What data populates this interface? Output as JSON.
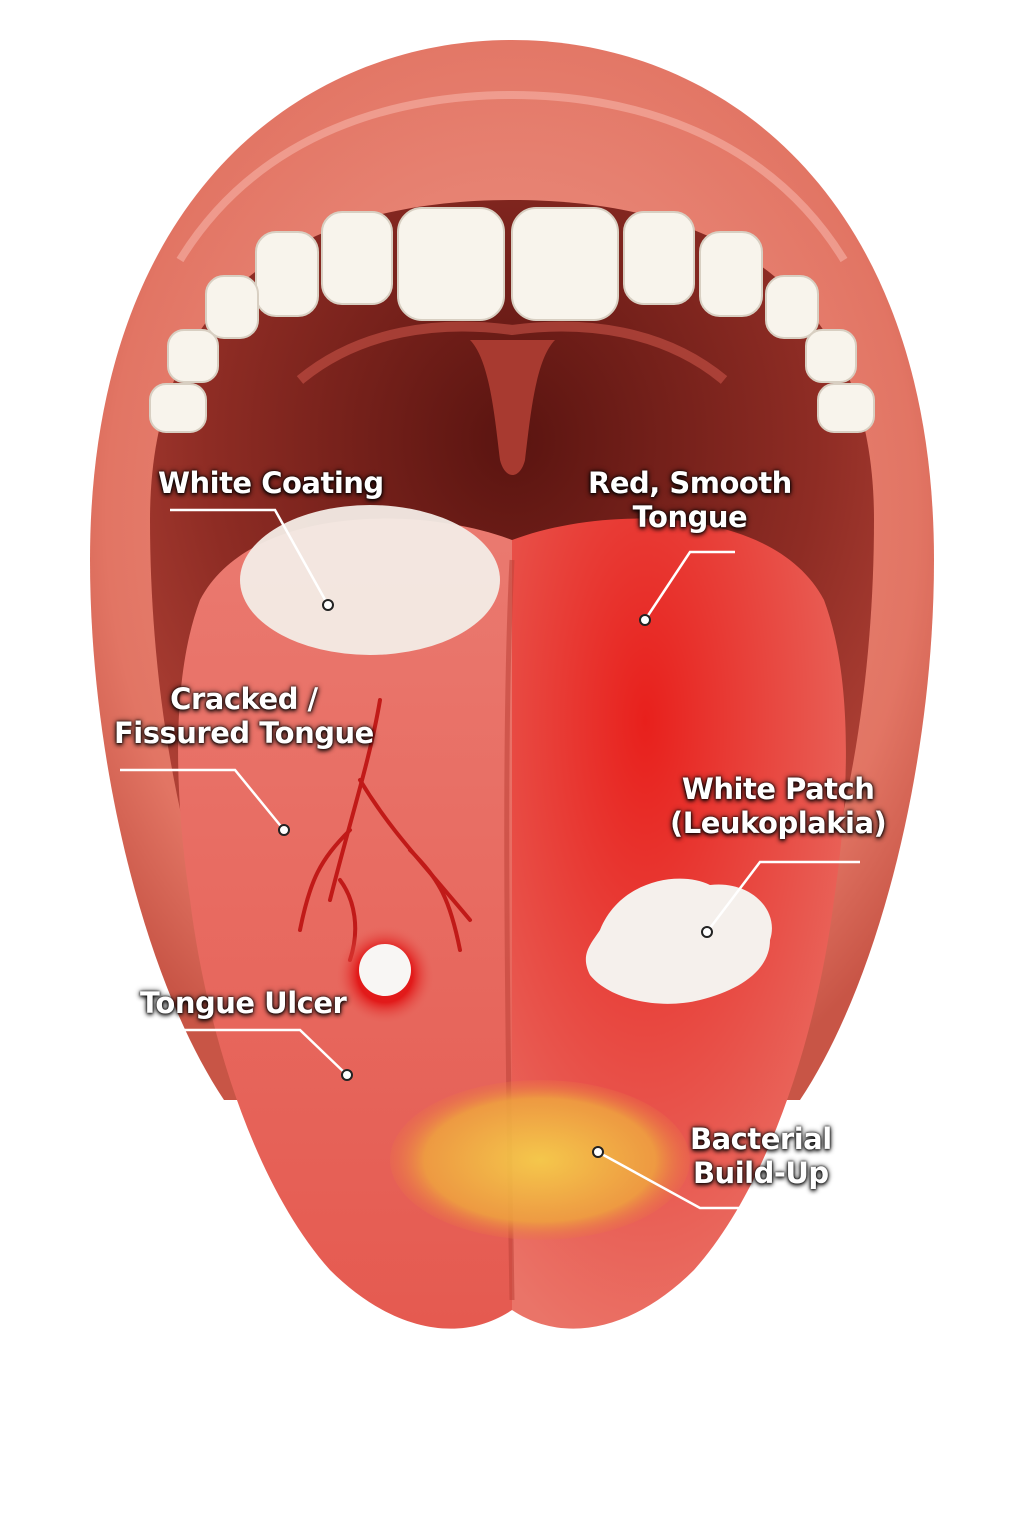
{
  "diagram": {
    "subject": "Open mouth with tongue showing common tongue conditions",
    "colors": {
      "background": "#ffffff",
      "lip": "#e07a6c",
      "mouth_interior": "#8c2a22",
      "tongue_left": "#e8685e",
      "tongue_right": "#e53a32",
      "white_coating": "#f3ece6",
      "bacterial_buildup": "#f0c040",
      "teeth": "#f8f4ec",
      "label_text": "#ffffff",
      "leader_line": "#ffffff"
    },
    "labels": [
      {
        "id": "white-coating",
        "lines": [
          "White Coating"
        ]
      },
      {
        "id": "red-smooth-tongue",
        "lines": [
          "Red, Smooth",
          "Tongue"
        ]
      },
      {
        "id": "cracked-fissured-tongue",
        "lines": [
          "Cracked /",
          "Fissured Tongue"
        ]
      },
      {
        "id": "white-patch-leukoplakia",
        "lines": [
          "White Patch",
          "(Leukoplakia)"
        ]
      },
      {
        "id": "tongue-ulcer",
        "lines": [
          "Tongue Ulcer"
        ]
      },
      {
        "id": "bacterial-build-up",
        "lines": [
          "Bacterial",
          "Build-Up"
        ]
      }
    ]
  }
}
